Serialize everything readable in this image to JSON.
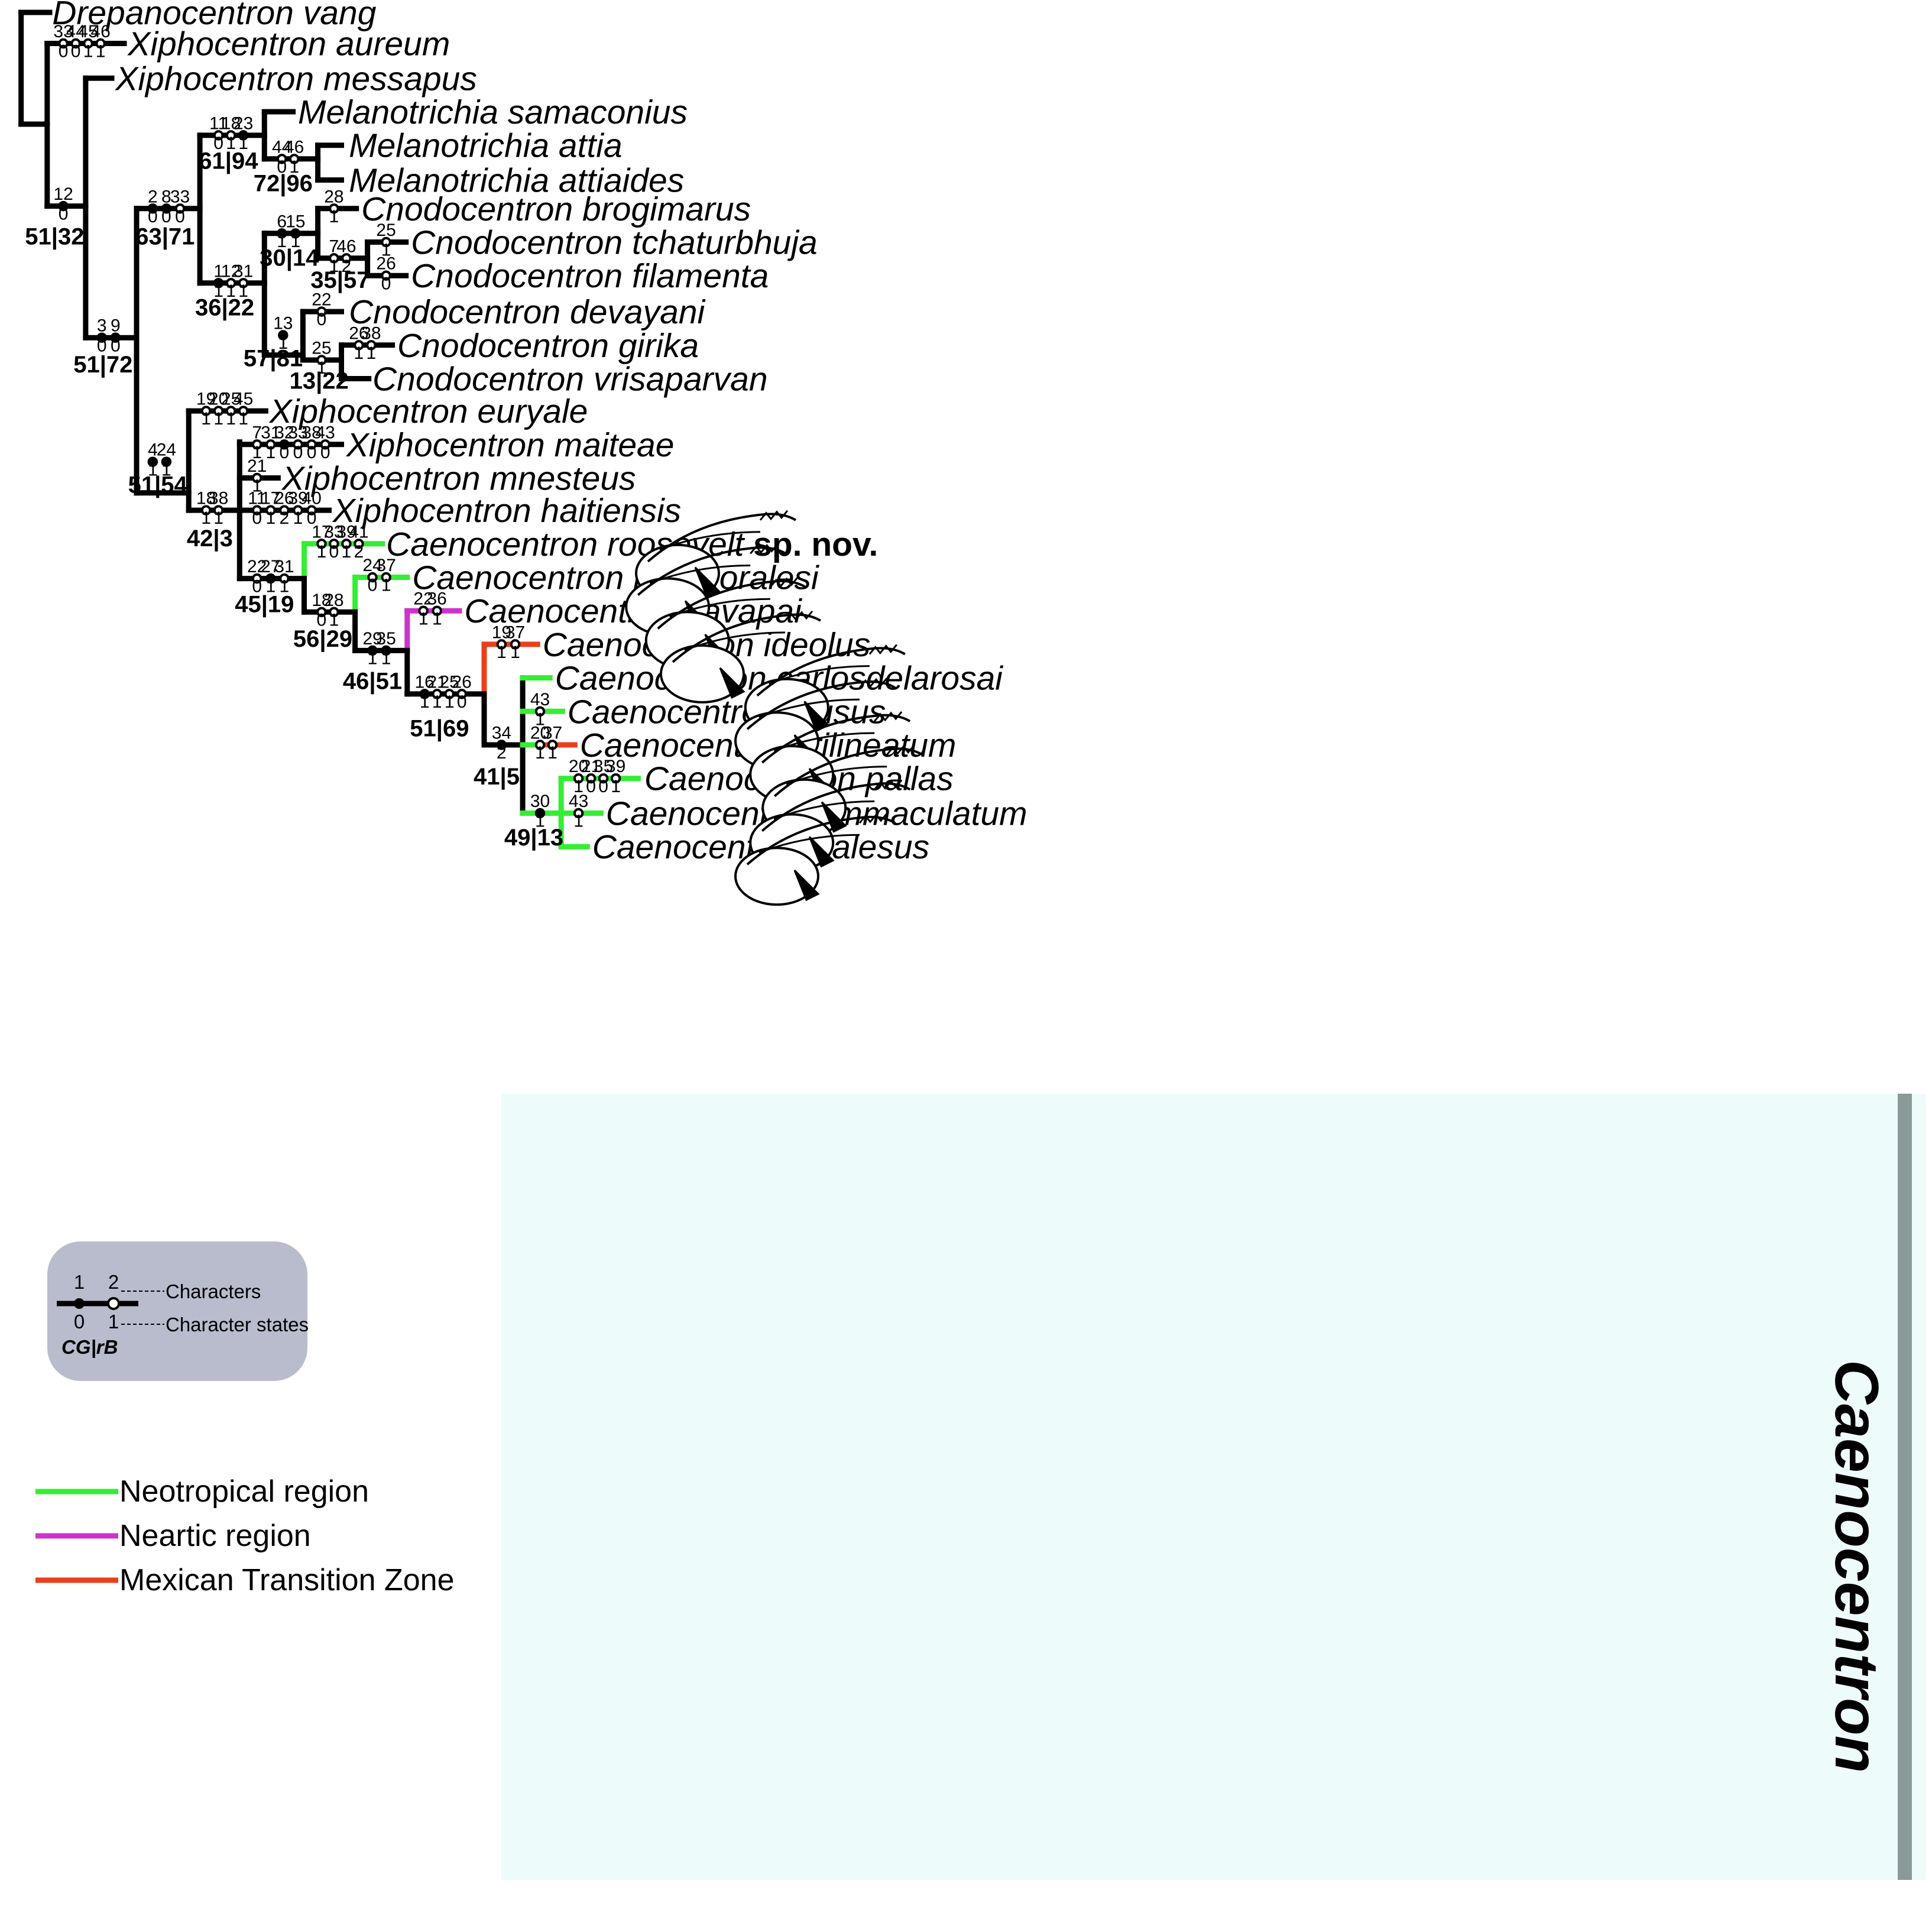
{
  "taxa": [
    {
      "genus": "Drepanocentron",
      "species": "vang"
    },
    {
      "genus": "Xiphocentron",
      "species": "aureum"
    },
    {
      "genus": "Xiphocentron",
      "species": "messapus"
    },
    {
      "genus": "Melanotrichia",
      "species": "samaconius"
    },
    {
      "genus": "Melanotrichia",
      "species": "attia"
    },
    {
      "genus": "Melanotrichia",
      "species": "attiaides"
    },
    {
      "genus": "Cnodocentron",
      "species": "brogimarus"
    },
    {
      "genus": "Cnodocentron",
      "species": "tchaturbhuja"
    },
    {
      "genus": "Cnodocentron",
      "species": "filamenta"
    },
    {
      "genus": "Cnodocentron",
      "species": "devayani"
    },
    {
      "genus": "Cnodocentron",
      "species": "girika"
    },
    {
      "genus": "Cnodocentron",
      "species": "vrisaparvan"
    },
    {
      "genus": "Xiphocentron",
      "species": "euryale"
    },
    {
      "genus": "Xiphocentron",
      "species": "maiteae"
    },
    {
      "genus": "Xiphocentron",
      "species": "mnesteus"
    },
    {
      "genus": "Xiphocentron",
      "species": "haitiensis"
    },
    {
      "genus": "Caenocentron",
      "species": "roosevelt",
      "suffix": "sp. nov."
    },
    {
      "genus": "Caenocentron",
      "species": "rafamoralesi"
    },
    {
      "genus": "Caenocentron",
      "species": "yavapai"
    },
    {
      "genus": "Caenocentron",
      "species": "ideolus"
    },
    {
      "genus": "Caenocentron",
      "species": "carlosdelarosai"
    },
    {
      "genus": "Caenocentron",
      "species": "lausus"
    },
    {
      "genus": "Caenocentron",
      "species": "trilineatum"
    },
    {
      "genus": "Caenocentron",
      "species": "pallas"
    },
    {
      "genus": "Caenocentron",
      "species": "immaculatum"
    },
    {
      "genus": "Caenocentron",
      "species": "galesus"
    }
  ],
  "support_values": [
    "51|32",
    "61|94",
    "72|96",
    "63|71",
    "30|14",
    "35|57",
    "36|22",
    "51|72",
    "57|81",
    "13|22",
    "51|54",
    "42|3",
    "45|19",
    "56|29",
    "46|51",
    "51|69",
    "41|5",
    "49|13"
  ],
  "character_changes": [
    {
      "chars": [
        "33",
        "44",
        "45",
        "46"
      ],
      "states": [
        "0",
        "0",
        "1",
        "1"
      ]
    },
    {
      "chars": [
        "12"
      ],
      "states": [
        "0"
      ]
    },
    {
      "chars": [
        "11",
        "18",
        "23"
      ],
      "states": [
        "0",
        "1",
        "1"
      ]
    },
    {
      "chars": [
        "44",
        "46"
      ],
      "states": [
        "0",
        "1"
      ]
    },
    {
      "chars": [
        "2",
        "8",
        "33"
      ],
      "states": [
        "0",
        "0",
        "0"
      ]
    },
    {
      "chars": [
        "28"
      ],
      "states": [
        "1"
      ]
    },
    {
      "chars": [
        "6",
        "15"
      ],
      "states": [
        "1",
        "1"
      ]
    },
    {
      "chars": [
        "25"
      ],
      "states": [
        "1"
      ]
    },
    {
      "chars": [
        "7",
        "46"
      ],
      "states": [
        "1",
        "2"
      ]
    },
    {
      "chars": [
        "26"
      ],
      "states": [
        "0"
      ]
    },
    {
      "chars": [
        "1",
        "12",
        "31"
      ],
      "states": [
        "1",
        "1",
        "1"
      ]
    },
    {
      "chars": [
        "22"
      ],
      "states": [
        "0"
      ]
    },
    {
      "chars": [
        "26",
        "38"
      ],
      "states": [
        "1",
        "1"
      ]
    },
    {
      "chars": [
        "3",
        "9"
      ],
      "states": [
        "0",
        "0"
      ]
    },
    {
      "chars": [
        "13"
      ],
      "states": [
        "1"
      ]
    },
    {
      "chars": [
        "25"
      ],
      "states": [
        "1"
      ]
    },
    {
      "chars": [
        "19",
        "20",
        "25",
        "45"
      ],
      "states": [
        "1",
        "1",
        "1",
        "1"
      ]
    },
    {
      "chars": [
        "7",
        "31",
        "32",
        "33",
        "38",
        "43"
      ],
      "states": [
        "1",
        "1",
        "0",
        "0",
        "0",
        "0"
      ]
    },
    {
      "chars": [
        "21"
      ],
      "states": [
        "1"
      ]
    },
    {
      "chars": [
        "11",
        "17",
        "26",
        "39",
        "40"
      ],
      "states": [
        "0",
        "1",
        "2",
        "1",
        "0"
      ]
    },
    {
      "chars": [
        "4",
        "24"
      ],
      "states": [
        "1",
        "1"
      ]
    },
    {
      "chars": [
        "18",
        "38"
      ],
      "states": [
        "1",
        "1"
      ]
    },
    {
      "chars": [
        "17",
        "33",
        "39",
        "41"
      ],
      "states": [
        "1",
        "0",
        "1",
        "2"
      ]
    },
    {
      "chars": [
        "22",
        "27",
        "31"
      ],
      "states": [
        "0",
        "1",
        "1"
      ]
    },
    {
      "chars": [
        "24",
        "37"
      ],
      "states": [
        "0",
        "1"
      ]
    },
    {
      "chars": [
        "18",
        "28"
      ],
      "states": [
        "0",
        "1"
      ]
    },
    {
      "chars": [
        "22",
        "36"
      ],
      "states": [
        "1",
        "1"
      ]
    },
    {
      "chars": [
        "29",
        "35"
      ],
      "states": [
        "1",
        "1"
      ]
    },
    {
      "chars": [
        "19",
        "37"
      ],
      "states": [
        "1",
        "1"
      ]
    },
    {
      "chars": [
        "16",
        "21",
        "25",
        "26"
      ],
      "states": [
        "1",
        "1",
        "1",
        "0"
      ]
    },
    {
      "chars": [
        "43"
      ],
      "states": [
        "1"
      ]
    },
    {
      "chars": [
        "20",
        "37"
      ],
      "states": [
        "1",
        "1"
      ]
    },
    {
      "chars": [
        "34"
      ],
      "states": [
        "2"
      ]
    },
    {
      "chars": [
        "20",
        "21",
        "35",
        "39"
      ],
      "states": [
        "1",
        "0",
        "0",
        "1"
      ]
    },
    {
      "chars": [
        "43"
      ],
      "states": [
        "1"
      ]
    },
    {
      "chars": [
        "30"
      ],
      "states": [
        "1"
      ]
    }
  ],
  "key": {
    "char_1": "1",
    "char_2": "2",
    "state_0": "0",
    "state_1": "1",
    "characters_label": "Characters",
    "states_label": "Character states",
    "support_label": "CG|rB"
  },
  "legend": [
    {
      "label": "Neotropical region",
      "color": "#33ee33"
    },
    {
      "label": "Neartic region",
      "color": "#cc33cc"
    },
    {
      "label": "Mexican Transition Zone",
      "color": "#e8401c"
    }
  ],
  "clade_label": "Caenocentron",
  "colors": {
    "branch": "#000000",
    "neotropical": "#33ee33",
    "neartic": "#cc33cc",
    "mtz": "#e8401c",
    "clade_bg": "#eefbfb",
    "key_box": "#b8bccd"
  }
}
